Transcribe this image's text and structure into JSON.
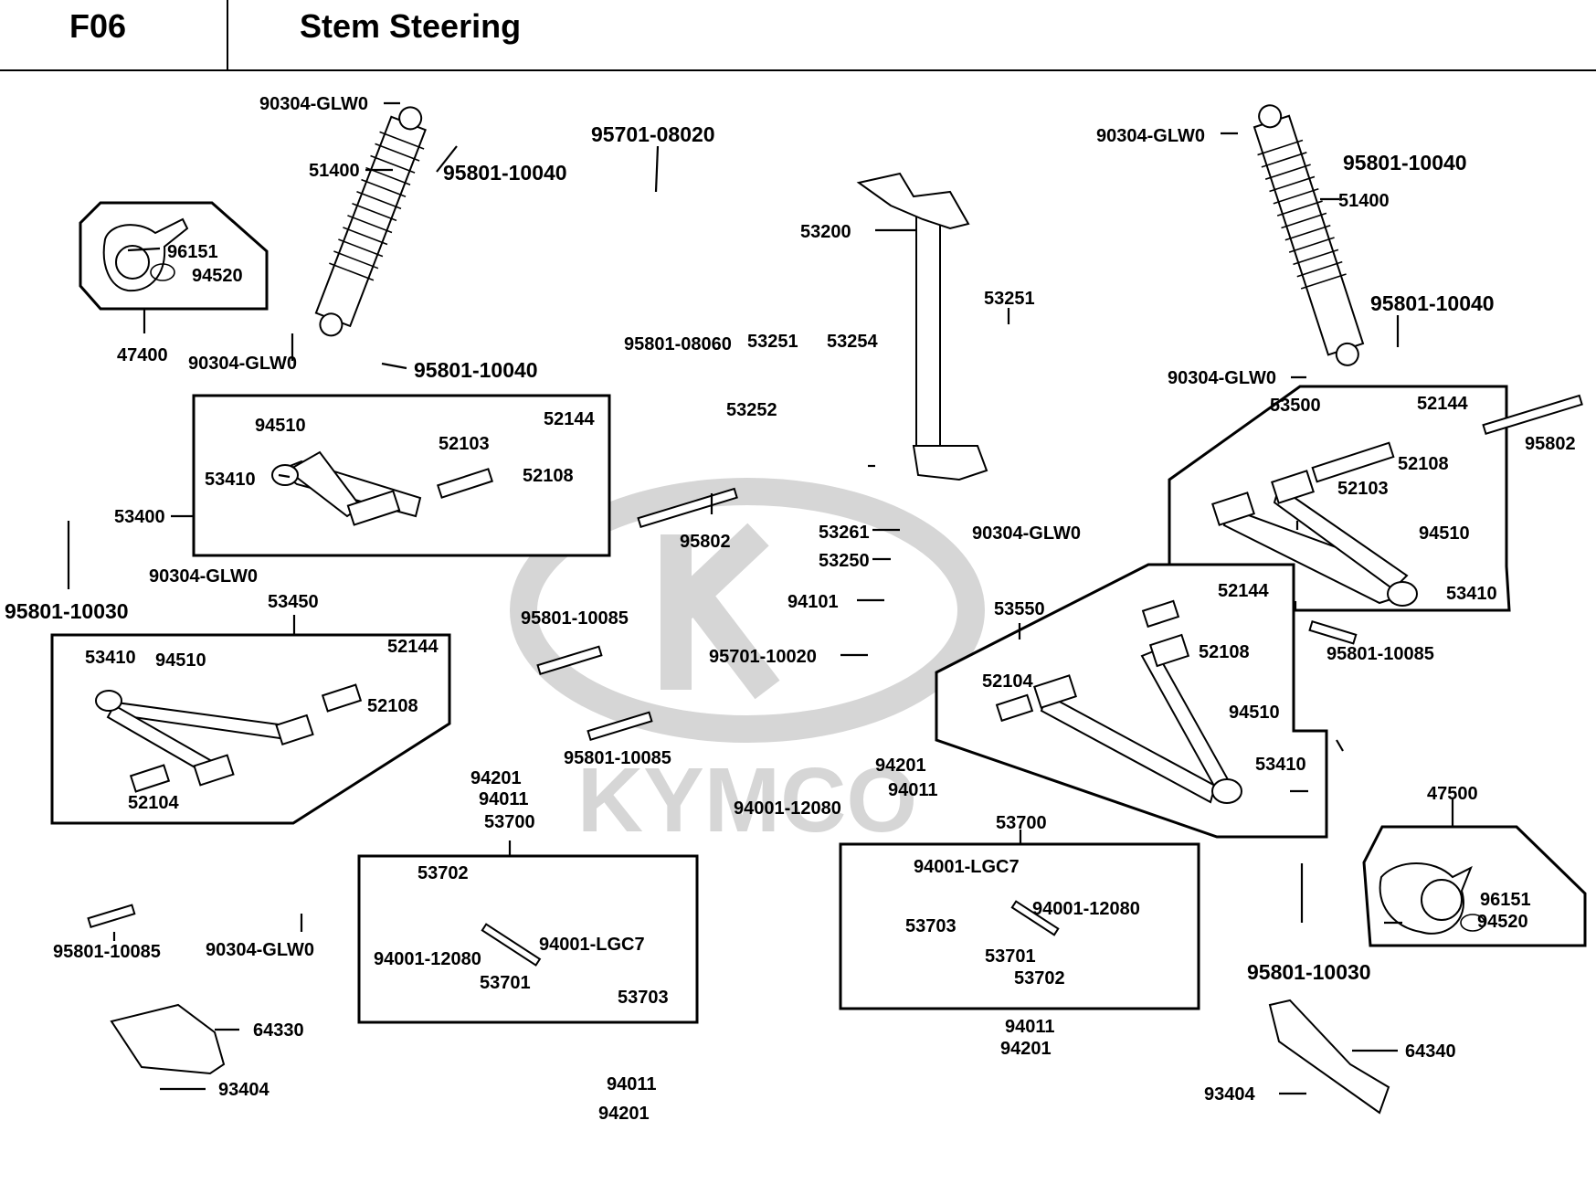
{
  "header": {
    "code": "F06",
    "title": "Stem Steering"
  },
  "watermark": {
    "brand": "KYMCO",
    "color": "#d6d6d6"
  },
  "labels": [
    "90304-GLW0",
    "51400",
    "95801-10040",
    "96151",
    "94520",
    "47400",
    "90304-GLW0",
    "95801-10040",
    "95701-08020",
    "53200",
    "90304-GLW0",
    "51400",
    "95801-10040",
    "95801-10040",
    "90304-GLW0",
    "53251",
    "95801-08060",
    "53251",
    "53254",
    "53252",
    "94510",
    "52103",
    "52144",
    "52108",
    "53410",
    "53400",
    "95801-10030",
    "90304-GLW0",
    "53450",
    "53410",
    "94510",
    "52144",
    "52108",
    "52104",
    "95802",
    "53261",
    "53250",
    "94101",
    "95701-10020",
    "95801-10085",
    "95801-10085",
    "90304-GLW0",
    "53500",
    "52144",
    "95802",
    "52108",
    "52103",
    "94510",
    "53410",
    "53550",
    "52144",
    "52108",
    "52104",
    "94510",
    "53410",
    "95801-10085",
    "94201",
    "94011",
    "53700",
    "94201",
    "94011",
    "94001-12080",
    "53700",
    "47500",
    "53702",
    "94001-12080",
    "94001-LGC7",
    "53701",
    "53703",
    "94001-LGC7",
    "53703",
    "94001-12080",
    "53701",
    "53702",
    "96151",
    "94520",
    "95801-10085",
    "90304-GLW0",
    "95801-10030",
    "64330",
    "93404",
    "94011",
    "94201",
    "94011",
    "94201",
    "64340",
    "93404"
  ]
}
